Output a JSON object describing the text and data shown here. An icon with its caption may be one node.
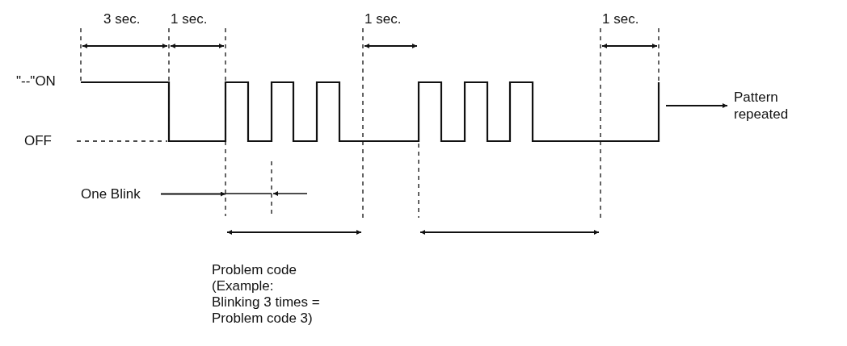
{
  "diagram": {
    "nodes": [
      {
        "text": [
          "Pattern repeated"
        ]
      },
      {
        "text": [
          "One Blink"
        ]
      },
      {
        "text": [],
        "shape": "picture"
      }
    ],
    "edges": [
      {
        "from": 2,
        "to": 0,
        "arrow": "to"
      },
      {
        "from": 1,
        "to": null,
        "arrow": "to"
      }
    ],
    "labels": [
      "3 sec.",
      "1 sec.",
      "1 sec.",
      "1 sec.",
      "\"--\"ON",
      "OFF",
      "Problem code (Example: Blinking 3 times = Problem code 3)"
    ]
  }
}
